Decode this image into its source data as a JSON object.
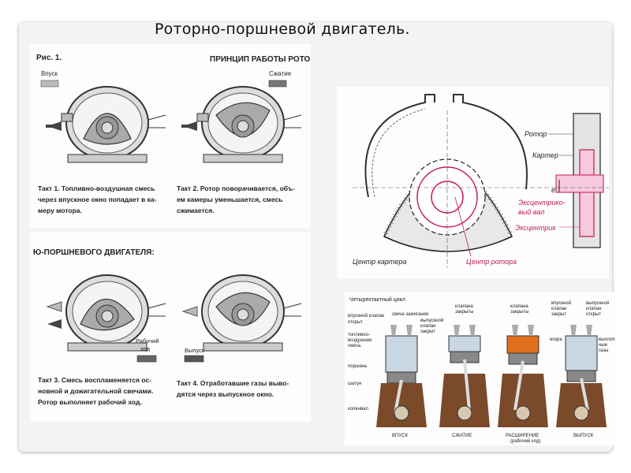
{
  "slide": {
    "title": "Роторно-поршневой двигатель."
  },
  "fig1": {
    "label": "Рис. 1.",
    "header": "ПРИНЦИП РАБОТЫ РОТОРН",
    "inlet": "Впуск",
    "compression": "Сжатие",
    "stroke1": [
      "Такт 1. Топливно-воздушная смесь",
      "через впускное окно попадает в ка-",
      "меру мотора."
    ],
    "stroke2": [
      "Такт 2. Ротор поворачивается, объ-",
      "ем камеры уменьшается, смесь",
      "сжимается."
    ]
  },
  "fig2": {
    "header": "Ю-ПОРШНЕВОГО ДВИГАТЕЛЯ:",
    "power_label": [
      "Рабочий",
      "ход"
    ],
    "exhaust": "Выпуск",
    "stroke3": [
      "Такт 3. Смесь воспламеняется ос-",
      "новной и дожигательной свечами.",
      "Ротор выполняет рабочий ход."
    ],
    "stroke4": [
      "Такт 4. Отработавшие газы выво-",
      "дятся через выпускное окно."
    ]
  },
  "rotor_diagram": {
    "rotor": "Ротор",
    "housing": "Картер",
    "e_mark": "e",
    "eccentric_shaft": [
      "Эксцентрико-",
      "вый вал"
    ],
    "eccentric": "Эксцентрик",
    "housing_center": "Центр картера",
    "rotor_center": "Центр ротора"
  },
  "cycle_diagram": {
    "title": "Четырехтактный цикл",
    "labels": {
      "intake_valve_open": [
        "впускной клапан",
        "открыт"
      ],
      "spark_plug": "свеча зажигания",
      "exhaust_valve_closed": [
        "выпускной",
        "клапан",
        "закрыт"
      ],
      "fuel_air_mixture": [
        "топливно-",
        "воздушная",
        "смесь"
      ],
      "piston": "поршень",
      "conrod": "шатун",
      "crankshaft": "коленвал",
      "valves_closed_1": [
        "клапана",
        "закрыты"
      ],
      "valves_closed_2": [
        "клапана",
        "закрыты"
      ],
      "spark": "искра",
      "intake_valve_closed": [
        "впускной",
        "клапан",
        "закрыт"
      ],
      "exhaust_valve_open": [
        "выпускной",
        "клапан",
        "открыт"
      ],
      "exhaust_gases": [
        "выхлоп",
        "ные",
        "газы"
      ]
    },
    "strokes": [
      "ВПУСК",
      "СЖАТИЕ",
      "РАСШИРЕНИЕ",
      "ВЫПУСК"
    ],
    "stroke3_note": "(рабочий ход)"
  },
  "colors": {
    "pink_accent": "#c2185b",
    "engine_brown": "#7a4a2a",
    "cylinder_blue": "#9fb3c8",
    "flame_orange": "#e07020"
  }
}
